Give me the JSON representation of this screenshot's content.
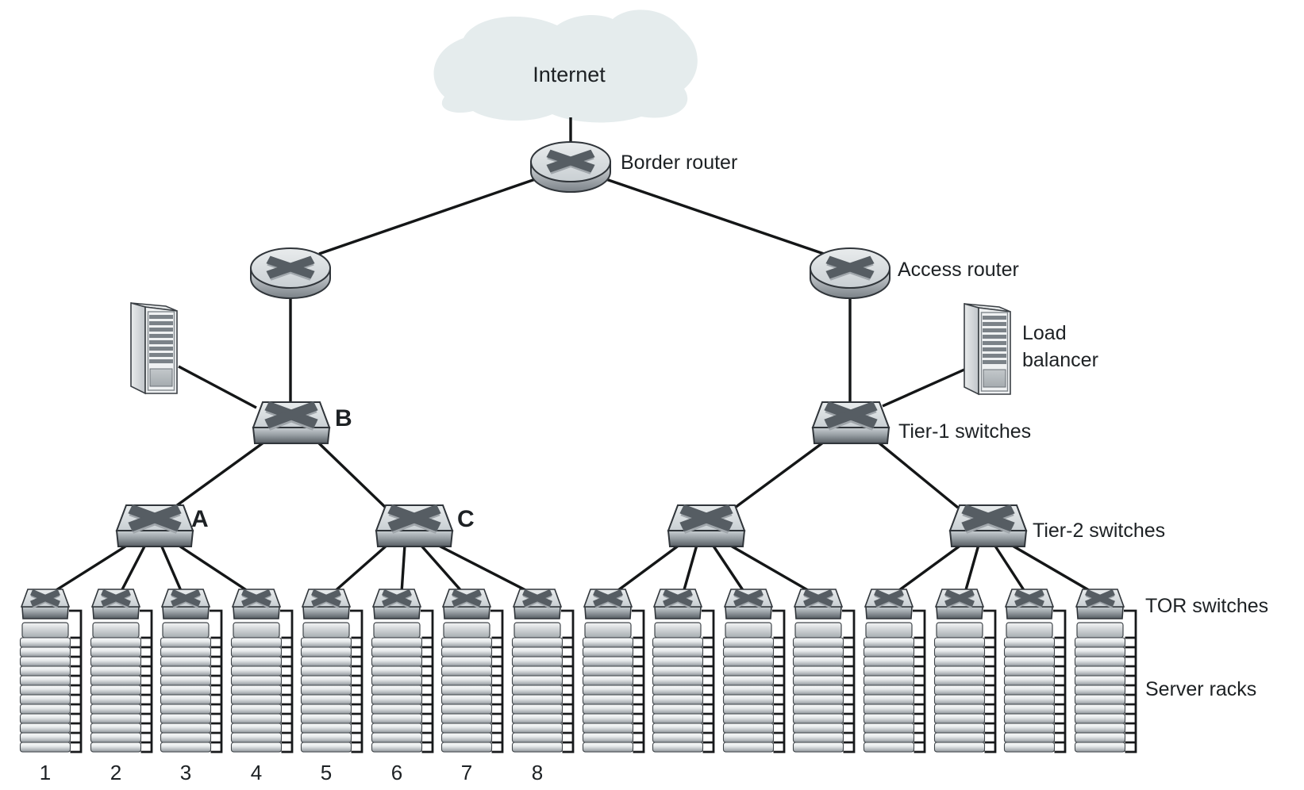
{
  "figure": {
    "internet": "Internet",
    "border_router": "Border router",
    "access_router": "Access router",
    "load_balancer": {
      "line1": "Load",
      "line2": "balancer"
    },
    "tier1_label": "Tier-1 switches",
    "tier2_label": "Tier-2 switches",
    "tor_label": "TOR switches",
    "racks_label": "Server racks",
    "switch_a": "A",
    "switch_b": "B",
    "switch_c": "C",
    "rack_numbers": [
      "1",
      "2",
      "3",
      "4",
      "5",
      "6",
      "7",
      "8"
    ],
    "counts": {
      "border_routers": 1,
      "routers_below_border": 2,
      "tier1_level_switches": 2,
      "tier2_level_switches": 4,
      "tor_switches": 16,
      "server_racks": 16,
      "racks_per_tier2_switch": 4,
      "numbered_racks": 8
    },
    "colors": {
      "cloud": "#e5eced",
      "device_light": "#e2e6e8",
      "device_dark": "#565d63",
      "icon_x": "#565d63",
      "link_line": "#141617",
      "text": "#1d2124"
    }
  }
}
